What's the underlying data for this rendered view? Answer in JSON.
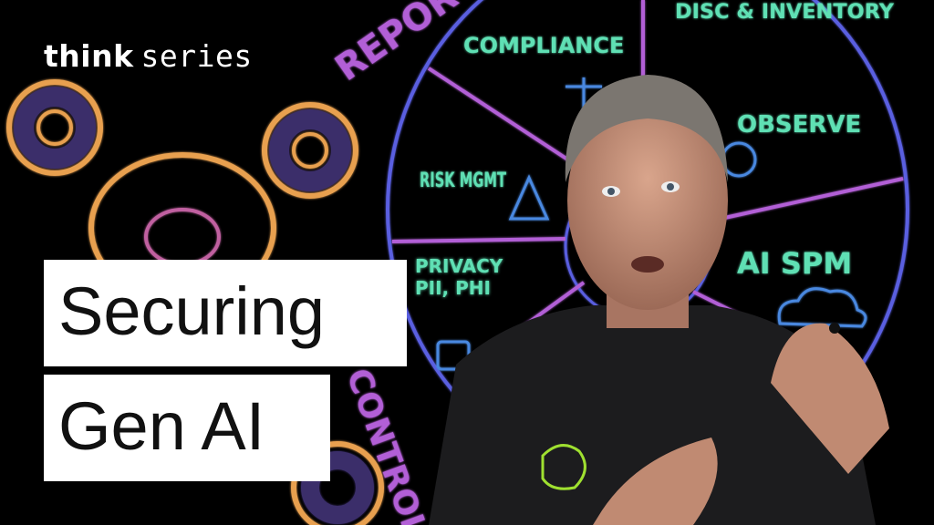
{
  "brand": {
    "bold": "think",
    "light": "series"
  },
  "title": {
    "line1": "Securing",
    "line2": "Gen AI"
  },
  "board": {
    "segments": [
      "COMPLIANCE",
      "DISC & INVENTORY",
      "RISK MGMT",
      "OBSERVE",
      "PRIVACY PII, PHI",
      "AI SPM"
    ],
    "arc_labels": [
      "REPORTER",
      "CONTROL"
    ],
    "icons": [
      "scale-icon",
      "warning-icon",
      "lock-icon",
      "magnifier-icon",
      "cloud-icon",
      "database-icon"
    ]
  },
  "colors": {
    "glow_green": "#5fe0b4",
    "glow_purple": "#b25fd6",
    "circle_blue": "#5a5ee0",
    "donut": "#e8a050"
  }
}
